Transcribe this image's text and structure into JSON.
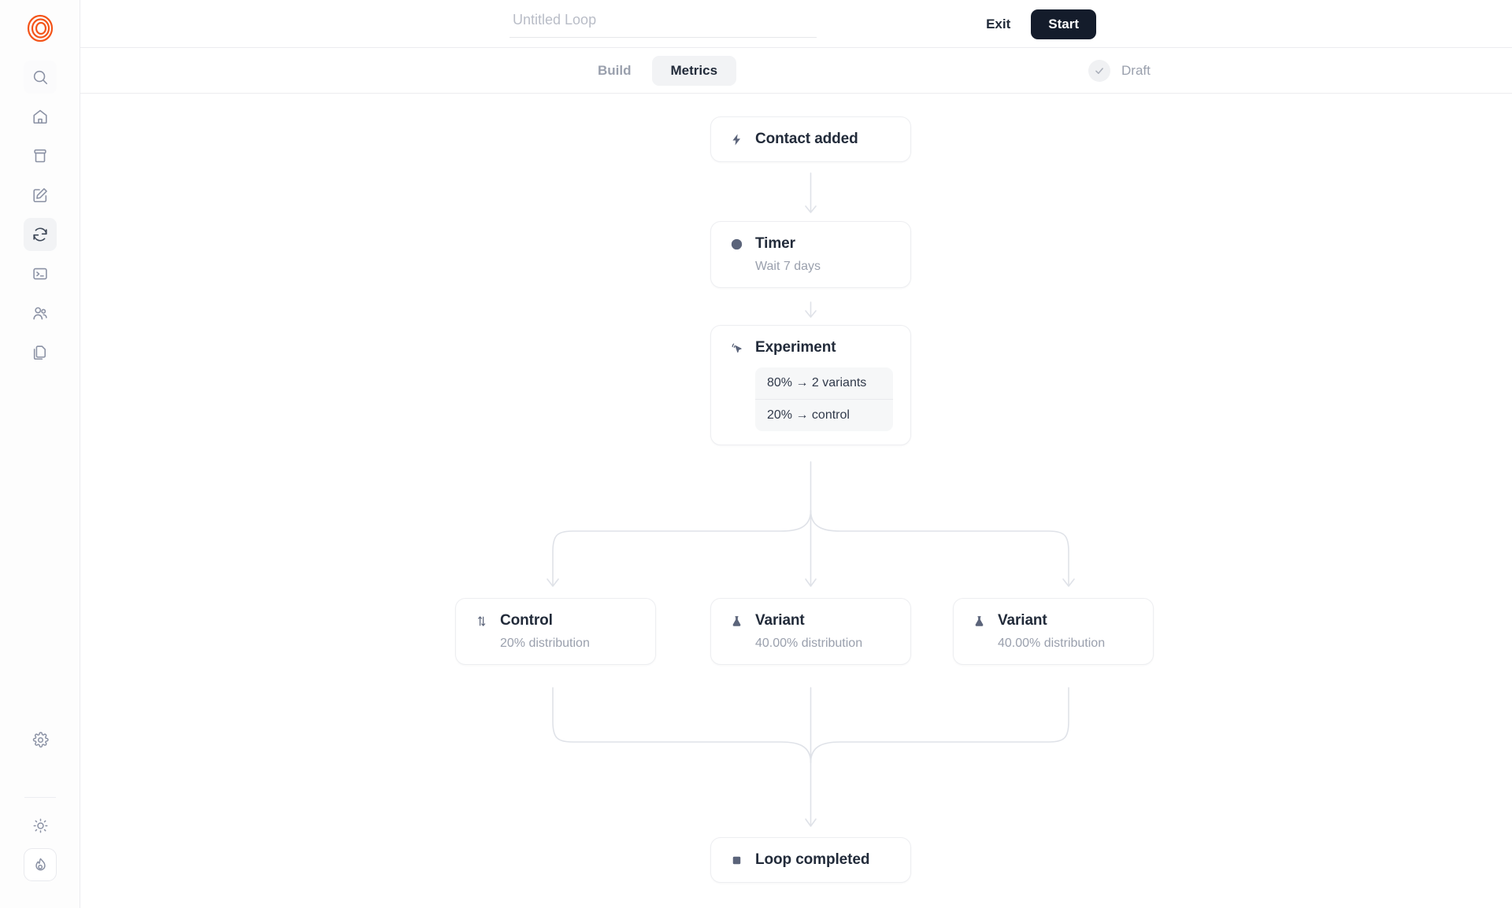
{
  "app": {
    "logo_icon": "spiral-logo-icon",
    "brand_color": "#f4551a"
  },
  "sidebar": {
    "top_items": [
      {
        "name": "search",
        "icon": "search-icon"
      },
      {
        "name": "home",
        "icon": "home-icon"
      },
      {
        "name": "inbox",
        "icon": "archive-icon"
      },
      {
        "name": "compose",
        "icon": "edit-square-icon"
      },
      {
        "name": "loops",
        "icon": "refresh-loop-icon",
        "active": true
      },
      {
        "name": "terminal",
        "icon": "terminal-icon"
      },
      {
        "name": "audience",
        "icon": "users-icon"
      },
      {
        "name": "templates",
        "icon": "copy-files-icon"
      }
    ],
    "bottom_items": [
      {
        "name": "settings",
        "icon": "gear-icon"
      },
      {
        "name": "theme",
        "icon": "sun-icon"
      },
      {
        "name": "activity",
        "icon": "flame-icon",
        "boxed": true
      }
    ]
  },
  "topbar": {
    "title_value": "",
    "title_placeholder": "Untitled Loop",
    "exit_label": "Exit",
    "start_label": "Start"
  },
  "tabbar": {
    "tabs": [
      {
        "label": "Build",
        "active": false
      },
      {
        "label": "Metrics",
        "active": true
      }
    ],
    "status_label": "Draft",
    "status_icon": "check-icon"
  },
  "flow": {
    "nodes": [
      {
        "id": "trigger",
        "title": "Contact added",
        "icon": "lightning-bolt-icon",
        "subtitle": ""
      },
      {
        "id": "timer",
        "title": "Timer",
        "icon": "clock-icon",
        "subtitle": "Wait 7 days"
      },
      {
        "id": "experiment",
        "title": "Experiment",
        "icon": "cursor-click-icon",
        "splits": [
          "80% → 2 variants",
          "20% → control"
        ]
      },
      {
        "id": "control",
        "title": "Control",
        "icon": "arrows-up-down-icon",
        "subtitle": "20% distribution"
      },
      {
        "id": "variant-a",
        "title": "Variant",
        "icon": "flask-icon",
        "subtitle": "40.00% distribution"
      },
      {
        "id": "variant-b",
        "title": "Variant",
        "icon": "flask-icon",
        "subtitle": "40.00% distribution"
      },
      {
        "id": "end",
        "title": "Loop completed",
        "icon": "stop-square-icon",
        "subtitle": ""
      }
    ],
    "edge_color": "#dfe2e8"
  }
}
